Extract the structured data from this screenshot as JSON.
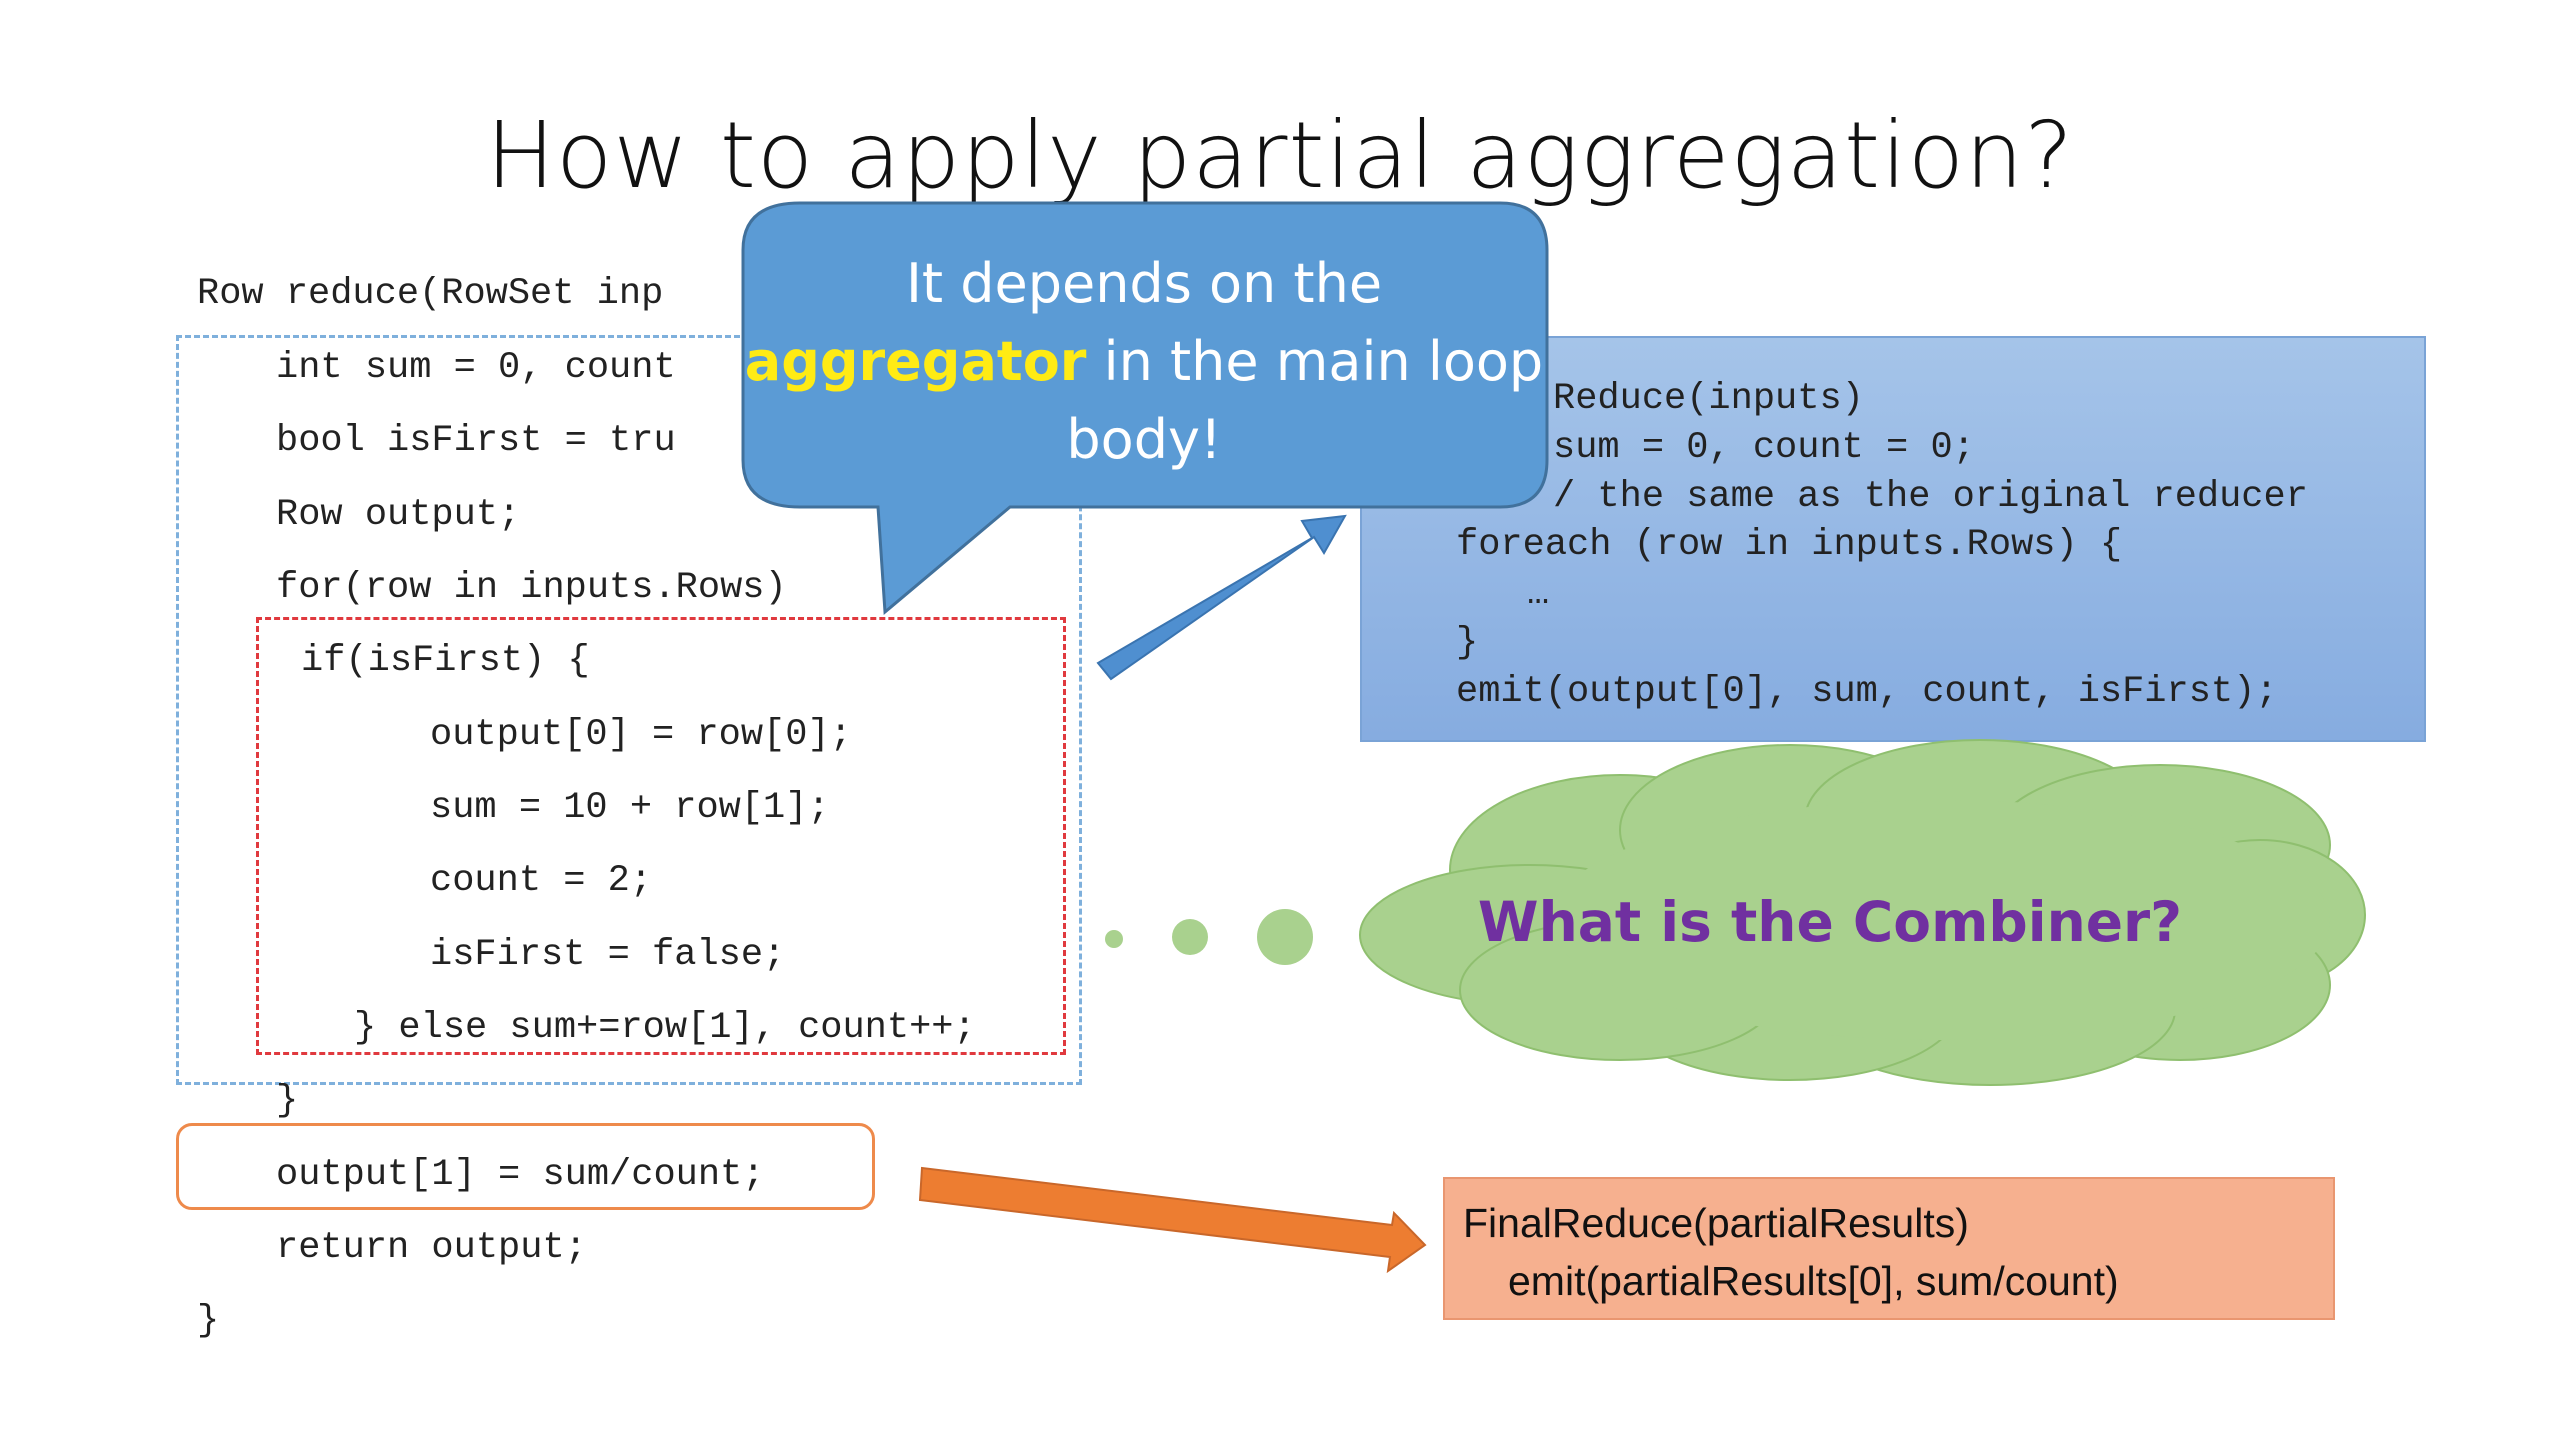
{
  "slide": {
    "title": "How to apply partial aggregation?",
    "code_lines": [
      "Row reduce(RowSet inp",
      "int sum = 0, count",
      "bool isFirst = tru",
      "Row output;",
      "for(row in inputs.Rows)",
      "if(isFirst) {",
      "output[0] = row[0];",
      "sum = 10 + row[1];",
      "count = 2;",
      "isFirst = false;",
      "} else sum+=row[1], count++;",
      "}",
      "output[1] = sum/count;",
      "return output;",
      "}"
    ],
    "partial_reduce_lines": [
      "Reduce(inputs)",
      "sum = 0, count = 0;",
      "/ the same as the original reducer",
      "foreach (row in inputs.Rows) {",
      "…",
      "}",
      "emit(output[0], sum, count, isFirst);"
    ],
    "callout": {
      "line1": "It depends on the",
      "highlight": "aggregator",
      "line2_rest": " in the main loop",
      "line3": "body!"
    },
    "cloud_text": "What is the Combiner?",
    "final_reduce_lines": [
      "FinalReduce(partialResults)",
      "emit(partialResults[0], sum/count)"
    ],
    "colors": {
      "callout_fill": "#5b9bd5",
      "callout_highlight": "#ffeb14",
      "cloud_fill": "#a9d18e",
      "cloud_text": "#7030a0",
      "partial_box": "#9dbde8",
      "final_box": "#f6b08f",
      "blue_arrow": "#4f8fd0",
      "orange_arrow": "#ed7d31",
      "red_dash": "#e0393e",
      "blue_dash": "#7fb0dc",
      "orange_border": "#ee8a4b"
    }
  }
}
